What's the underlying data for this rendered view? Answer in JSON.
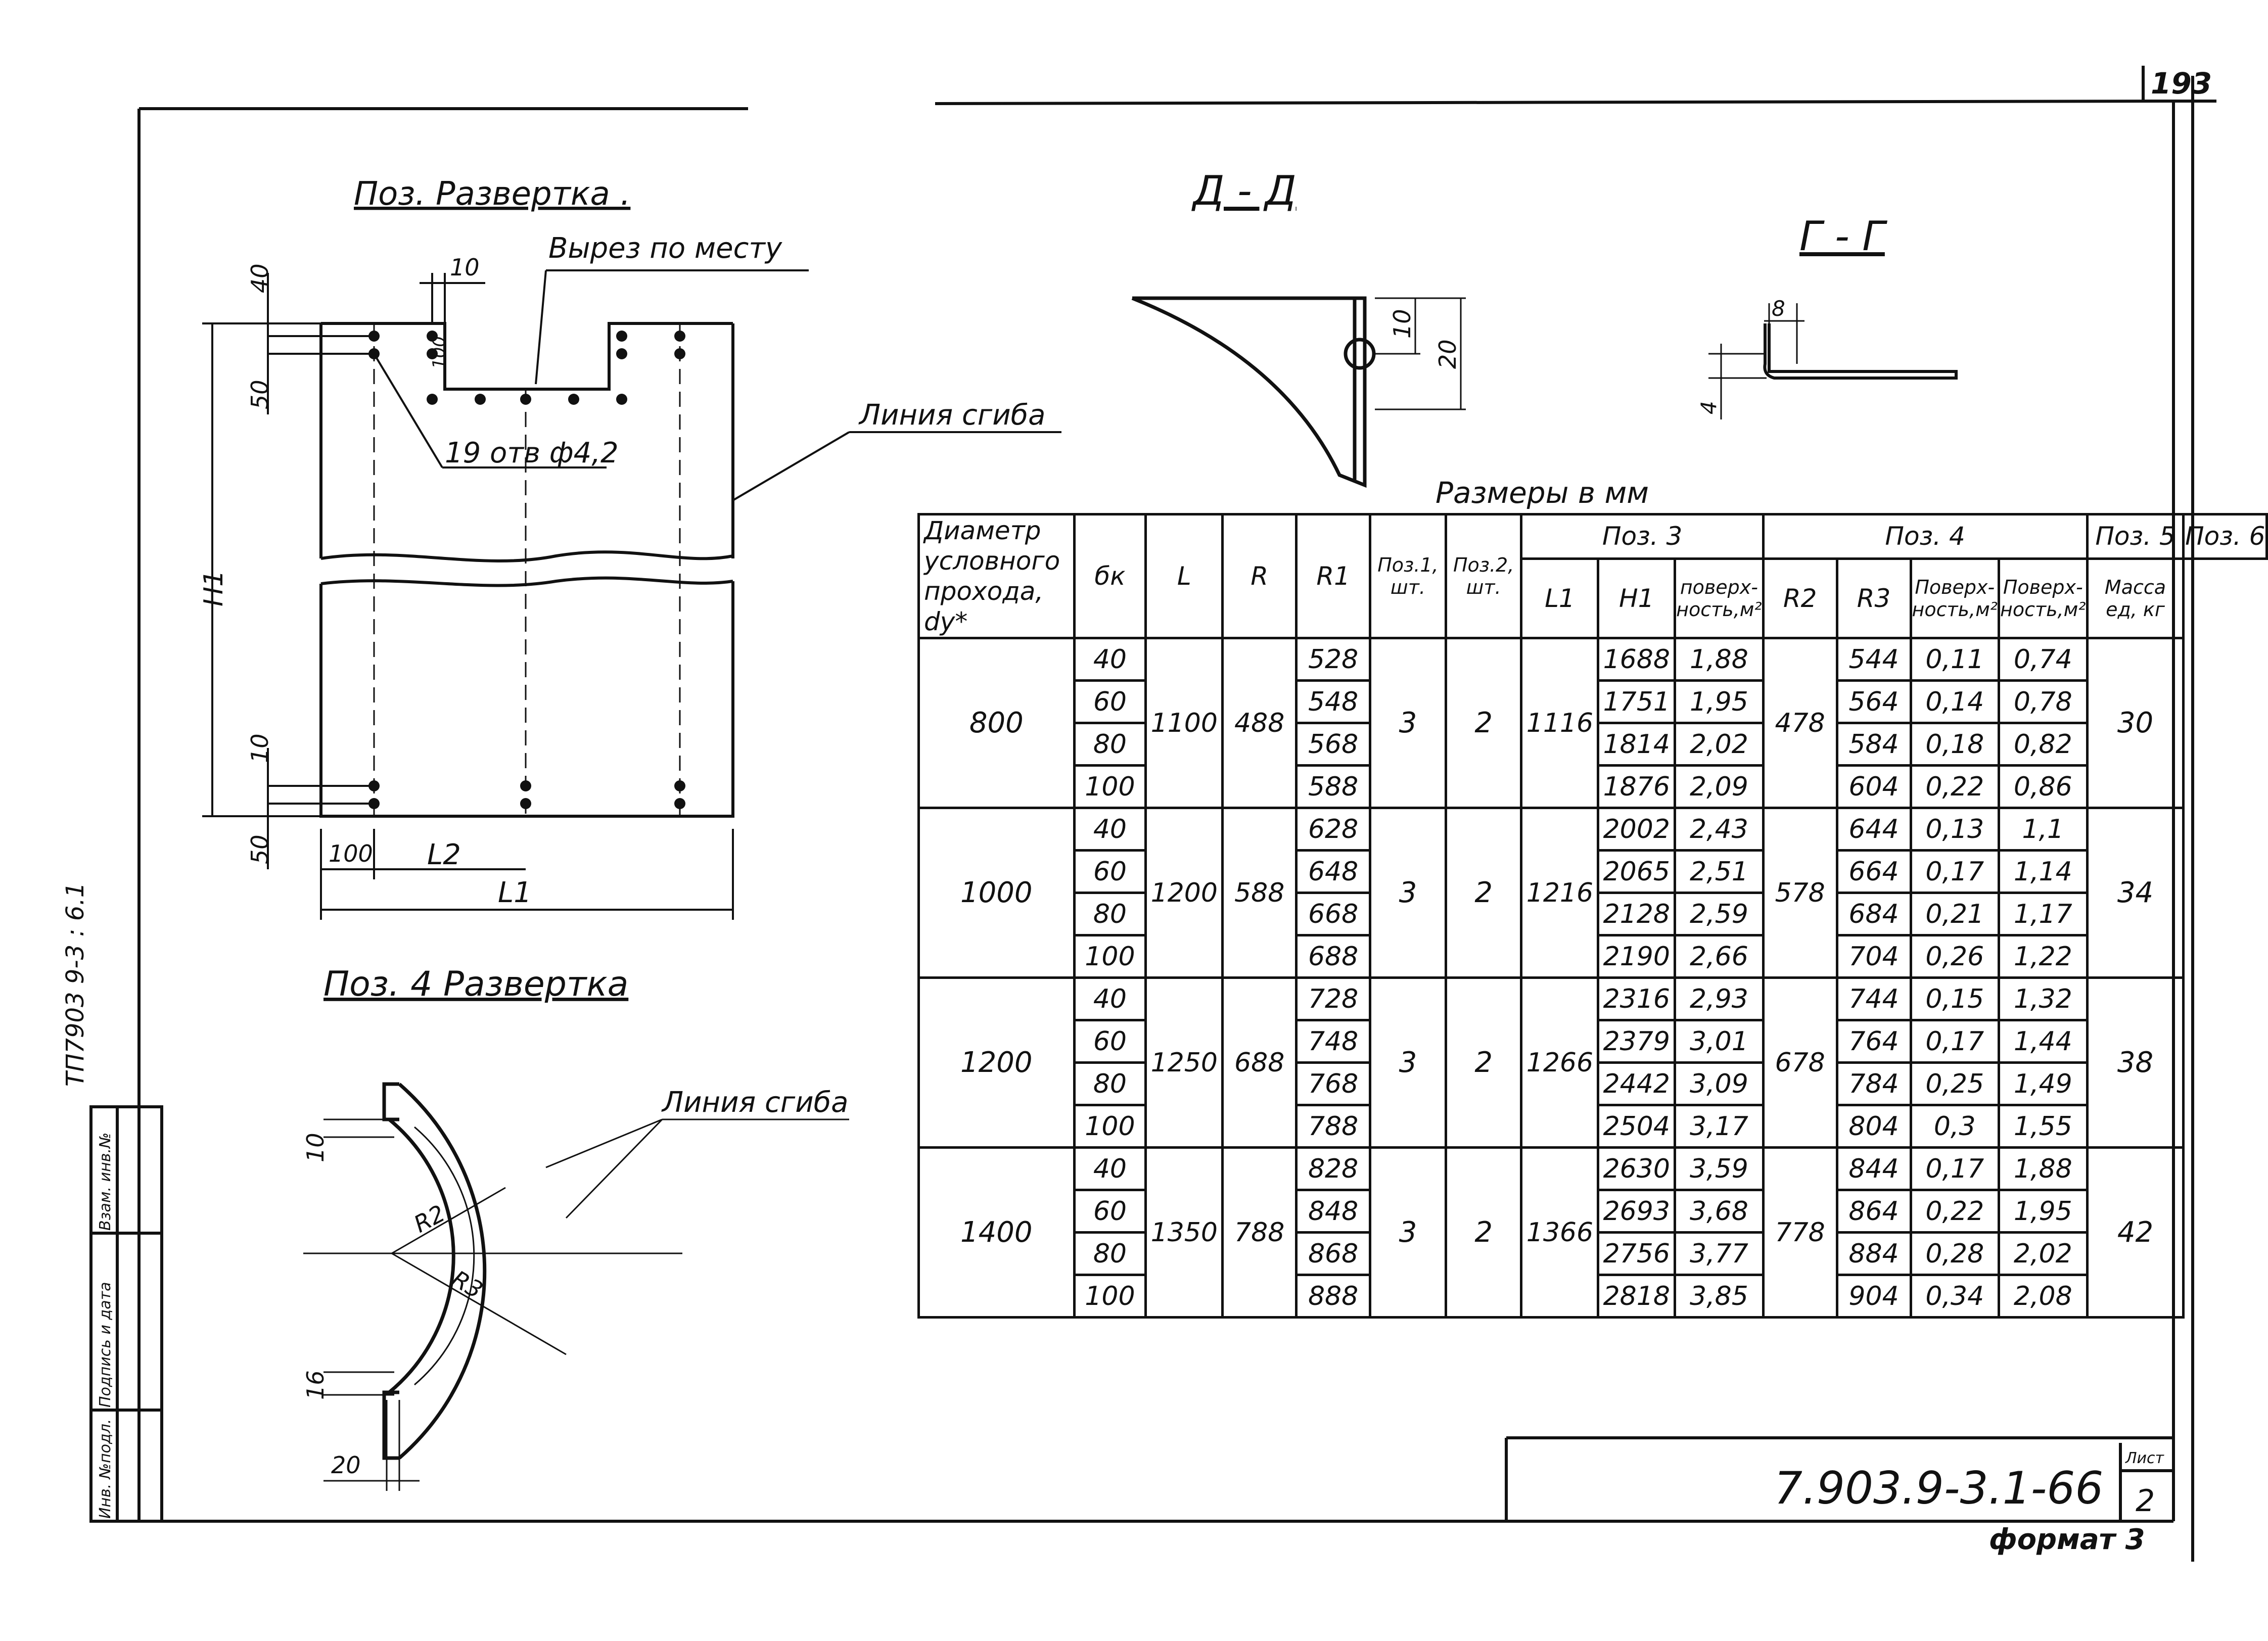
{
  "sheet": {
    "page_number": "193",
    "side_code": "ТП7903 9-3 : 6.1",
    "doc_code": "7.903.9-3.1-66",
    "sheet_label": "Лист",
    "sheet_number": "2",
    "format": "формат 3",
    "stamp_labels": [
      "Инв. №подл.",
      "Подпись и дата",
      "Взам. инв.№"
    ]
  },
  "drawing_pos": {
    "title": "Поз. Развертка .",
    "cut_label": "Вырез по месту",
    "bend_label": "Линия сгиба",
    "holes_label": "19 отв ф4,2",
    "dims": {
      "d40": "40",
      "d50_top": "50",
      "d10_top": "10",
      "d100": "100",
      "d10_bot": "10",
      "d50_bot": "50",
      "d100_bottom": "100",
      "h1": "H1",
      "l2": "L2",
      "l1": "L1"
    }
  },
  "drawing_pos4": {
    "title": "Поз. 4  Развертка",
    "bend_label": "Линия сгиба",
    "dims": {
      "d10": "10",
      "d16": "16",
      "d20": "20",
      "r2": "R2",
      "r3": "R3"
    }
  },
  "section_dd": {
    "title": "Д - Д",
    "d10": "10",
    "d20": "20"
  },
  "section_gg": {
    "title": "Г - Г",
    "d8": "8",
    "d4": "4"
  },
  "table": {
    "caption": "Размеры в мм",
    "headers": {
      "diameter": "Диаметр условного прохода, dу*",
      "bk": "бк",
      "l": "L",
      "r": "R",
      "r1": "R1",
      "pos1": "Поз.1, шт.",
      "pos2": "Поз.2, шт.",
      "pos3": "Поз. 3",
      "l1": "L1",
      "h1": "H1",
      "surf3": "поверх- ность,м²",
      "pos4": "Поз. 4",
      "r2": "R2",
      "r3": "R3",
      "surf4": "Поверх- ность,м²",
      "pos5": "Поз. 5",
      "surf5": "Поверх- ность,м²",
      "pos6": "Поз. 6",
      "mass": "Масса ед, кг"
    },
    "groups": [
      {
        "dy": "800",
        "L": "1100",
        "R": "488",
        "pos1": "3",
        "pos2": "2",
        "L1": "1116",
        "R2": "478",
        "mass": "30",
        "rows": [
          {
            "bk": "40",
            "R1": "528",
            "H1": "1688",
            "s3": "1,88",
            "R3": "544",
            "s4": "0,11",
            "s5": "0,74"
          },
          {
            "bk": "60",
            "R1": "548",
            "H1": "1751",
            "s3": "1,95",
            "R3": "564",
            "s4": "0,14",
            "s5": "0,78"
          },
          {
            "bk": "80",
            "R1": "568",
            "H1": "1814",
            "s3": "2,02",
            "R3": "584",
            "s4": "0,18",
            "s5": "0,82"
          },
          {
            "bk": "100",
            "R1": "588",
            "H1": "1876",
            "s3": "2,09",
            "R3": "604",
            "s4": "0,22",
            "s5": "0,86"
          }
        ]
      },
      {
        "dy": "1000",
        "L": "1200",
        "R": "588",
        "pos1": "3",
        "pos2": "2",
        "L1": "1216",
        "R2": "578",
        "mass": "34",
        "rows": [
          {
            "bk": "40",
            "R1": "628",
            "H1": "2002",
            "s3": "2,43",
            "R3": "644",
            "s4": "0,13",
            "s5": "1,1"
          },
          {
            "bk": "60",
            "R1": "648",
            "H1": "2065",
            "s3": "2,51",
            "R3": "664",
            "s4": "0,17",
            "s5": "1,14"
          },
          {
            "bk": "80",
            "R1": "668",
            "H1": "2128",
            "s3": "2,59",
            "R3": "684",
            "s4": "0,21",
            "s5": "1,17"
          },
          {
            "bk": "100",
            "R1": "688",
            "H1": "2190",
            "s3": "2,66",
            "R3": "704",
            "s4": "0,26",
            "s5": "1,22"
          }
        ]
      },
      {
        "dy": "1200",
        "L": "1250",
        "R": "688",
        "pos1": "3",
        "pos2": "2",
        "L1": "1266",
        "R2": "678",
        "mass": "38",
        "rows": [
          {
            "bk": "40",
            "R1": "728",
            "H1": "2316",
            "s3": "2,93",
            "R3": "744",
            "s4": "0,15",
            "s5": "1,32"
          },
          {
            "bk": "60",
            "R1": "748",
            "H1": "2379",
            "s3": "3,01",
            "R3": "764",
            "s4": "0,17",
            "s5": "1,44"
          },
          {
            "bk": "80",
            "R1": "768",
            "H1": "2442",
            "s3": "3,09",
            "R3": "784",
            "s4": "0,25",
            "s5": "1,49"
          },
          {
            "bk": "100",
            "R1": "788",
            "H1": "2504",
            "s3": "3,17",
            "R3": "804",
            "s4": "0,3",
            "s5": "1,55"
          }
        ]
      },
      {
        "dy": "1400",
        "L": "1350",
        "R": "788",
        "pos1": "3",
        "pos2": "2",
        "L1": "1366",
        "R2": "778",
        "mass": "42",
        "rows": [
          {
            "bk": "40",
            "R1": "828",
            "H1": "2630",
            "s3": "3,59",
            "R3": "844",
            "s4": "0,17",
            "s5": "1,88"
          },
          {
            "bk": "60",
            "R1": "848",
            "H1": "2693",
            "s3": "3,68",
            "R3": "864",
            "s4": "0,22",
            "s5": "1,95"
          },
          {
            "bk": "80",
            "R1": "868",
            "H1": "2756",
            "s3": "3,77",
            "R3": "884",
            "s4": "0,28",
            "s5": "2,02"
          },
          {
            "bk": "100",
            "R1": "888",
            "H1": "2818",
            "s3": "3,85",
            "R3": "904",
            "s4": "0,34",
            "s5": "2,08"
          }
        ]
      }
    ]
  }
}
